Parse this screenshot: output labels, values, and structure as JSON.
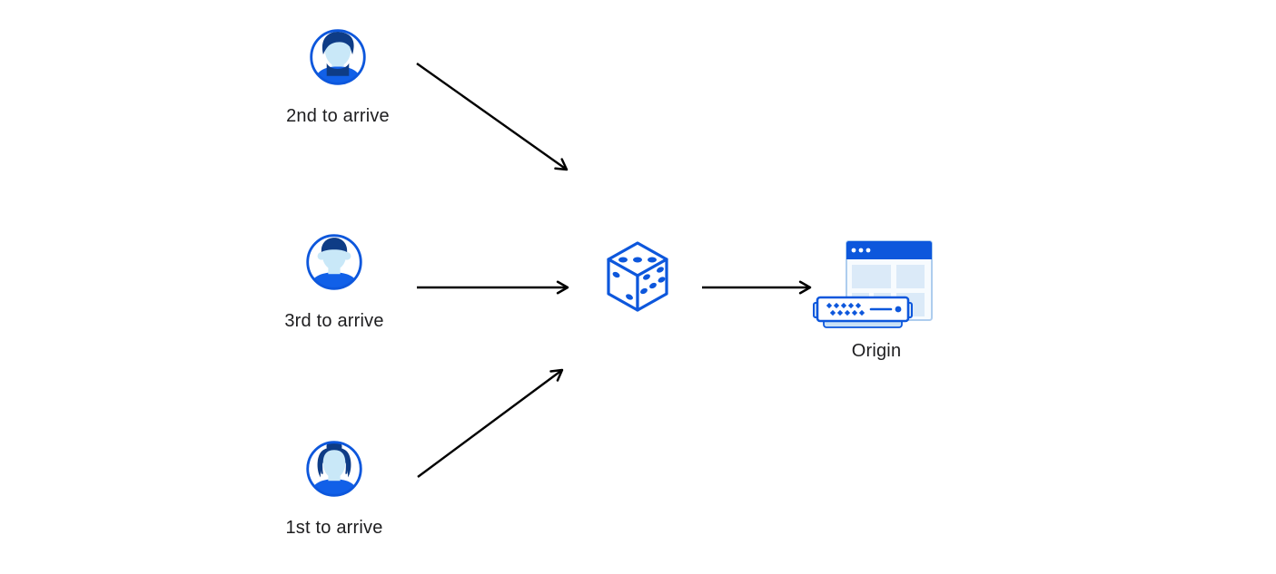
{
  "diagram": {
    "title_hint": "visitors-random-steering-to-origin",
    "visitors": [
      {
        "label": "2nd to arrive",
        "icon": "avatar-man-swept-hair-icon"
      },
      {
        "label": "3rd to arrive",
        "icon": "avatar-man-short-hair-icon"
      },
      {
        "label": "1st to arrive",
        "icon": "avatar-woman-bun-icon"
      }
    ],
    "center": {
      "icon": "dice-icon"
    },
    "origin": {
      "label": "Origin",
      "icon": "origin-server-browser-icon"
    },
    "arrows": [
      {
        "name": "arrow-2nd-to-dice",
        "direction": "diagonal-down-right"
      },
      {
        "name": "arrow-3rd-to-dice",
        "direction": "horizontal-right"
      },
      {
        "name": "arrow-1st-to-dice",
        "direction": "diagonal-up-right"
      },
      {
        "name": "arrow-dice-to-origin",
        "direction": "horizontal-right"
      }
    ]
  },
  "colors": {
    "background": "#ffffff",
    "primary_blue": "#0D57DC",
    "shirt_blue": "#1160E8",
    "hair_navy": "#0E3C86",
    "face_light_blue": "#C9E8F8",
    "pale_block_blue": "#DBEAF8",
    "window_border_blue": "#AECDEE",
    "server_base_blue": "#CBE2F6",
    "arrow_black": "#000000",
    "label_text": "#1d1d1f"
  }
}
